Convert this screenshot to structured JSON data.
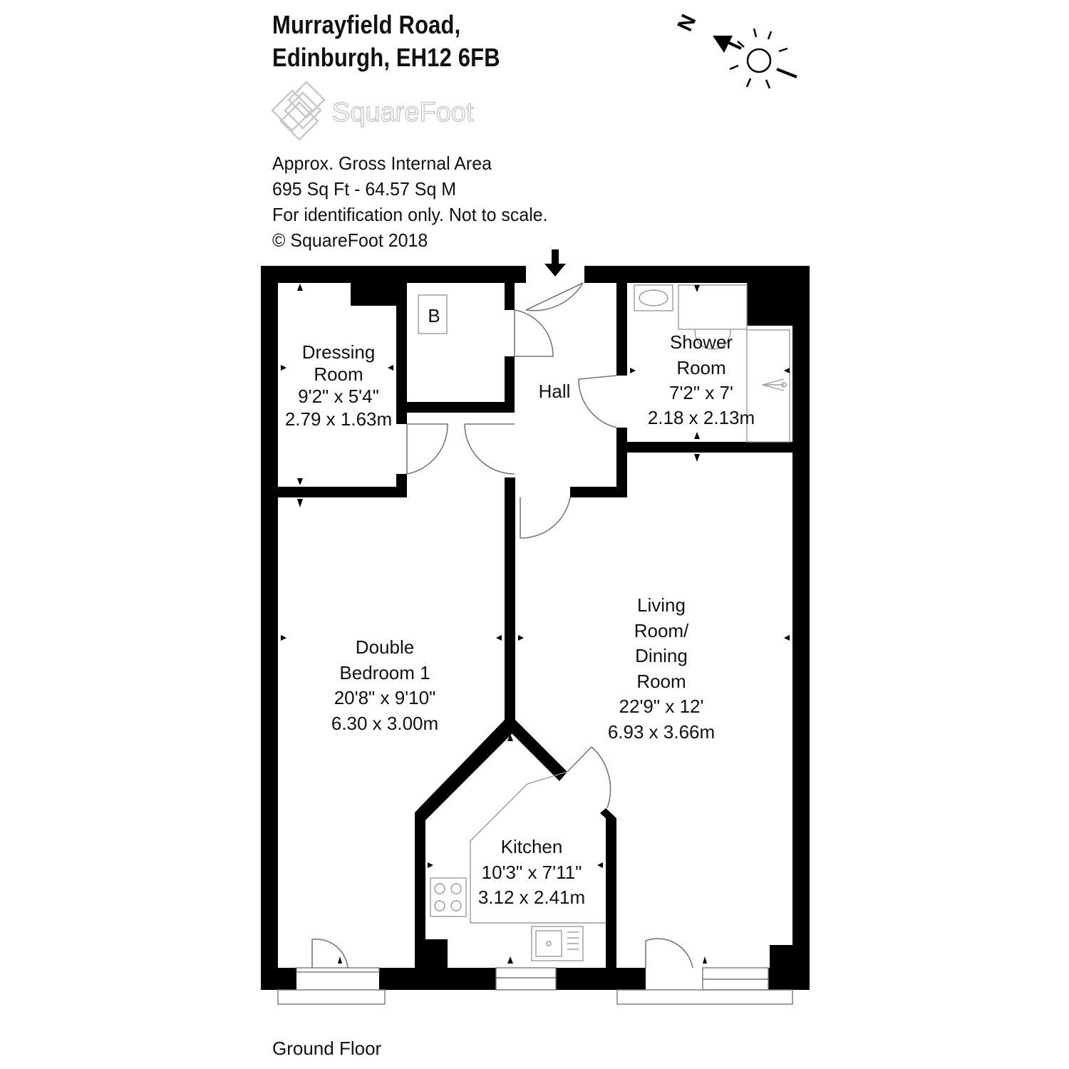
{
  "header": {
    "title_line1": "Murrayfield Road,",
    "title_line2": "Edinburgh, EH12 6FB"
  },
  "logo": {
    "text": "SquareFoot"
  },
  "info": {
    "line1": "Approx. Gross Internal Area",
    "line2": "695 Sq Ft  -  64.57 Sq M",
    "line3": "For identification only. Not to scale.",
    "line4": "© SquareFoot 2018"
  },
  "compass": {
    "north_label": "N",
    "icons": [
      "north-arrow-icon",
      "sun-icon"
    ]
  },
  "rooms": {
    "dressing": {
      "name1": "Dressing",
      "name2": "Room",
      "imperial": "9'2\" x 5'4\"",
      "metric": "2.79 x 1.63m"
    },
    "boiler": {
      "label": "B"
    },
    "hall": {
      "name": "Hall"
    },
    "shower": {
      "name1": "Shower",
      "name2": "Room",
      "imperial": "7'2\" x 7'",
      "metric": "2.18 x 2.13m"
    },
    "bedroom": {
      "name1": "Double",
      "name2": "Bedroom 1",
      "imperial": "20'8\" x 9'10\"",
      "metric": "6.30 x 3.00m"
    },
    "living": {
      "name1": "Living",
      "name2": "Room/",
      "name3": "Dining",
      "name4": "Room",
      "imperial": "22'9\" x 12'",
      "metric": "6.93 x 3.66m"
    },
    "kitchen": {
      "name": "Kitchen",
      "imperial": "10'3\" x 7'11\"",
      "metric": "3.12 x 2.41m"
    }
  },
  "footer": {
    "floor": "Ground Floor"
  },
  "colors": {
    "wall": "#000000",
    "fixture": "#9a9a9a",
    "logo": "#c8c8c8"
  }
}
